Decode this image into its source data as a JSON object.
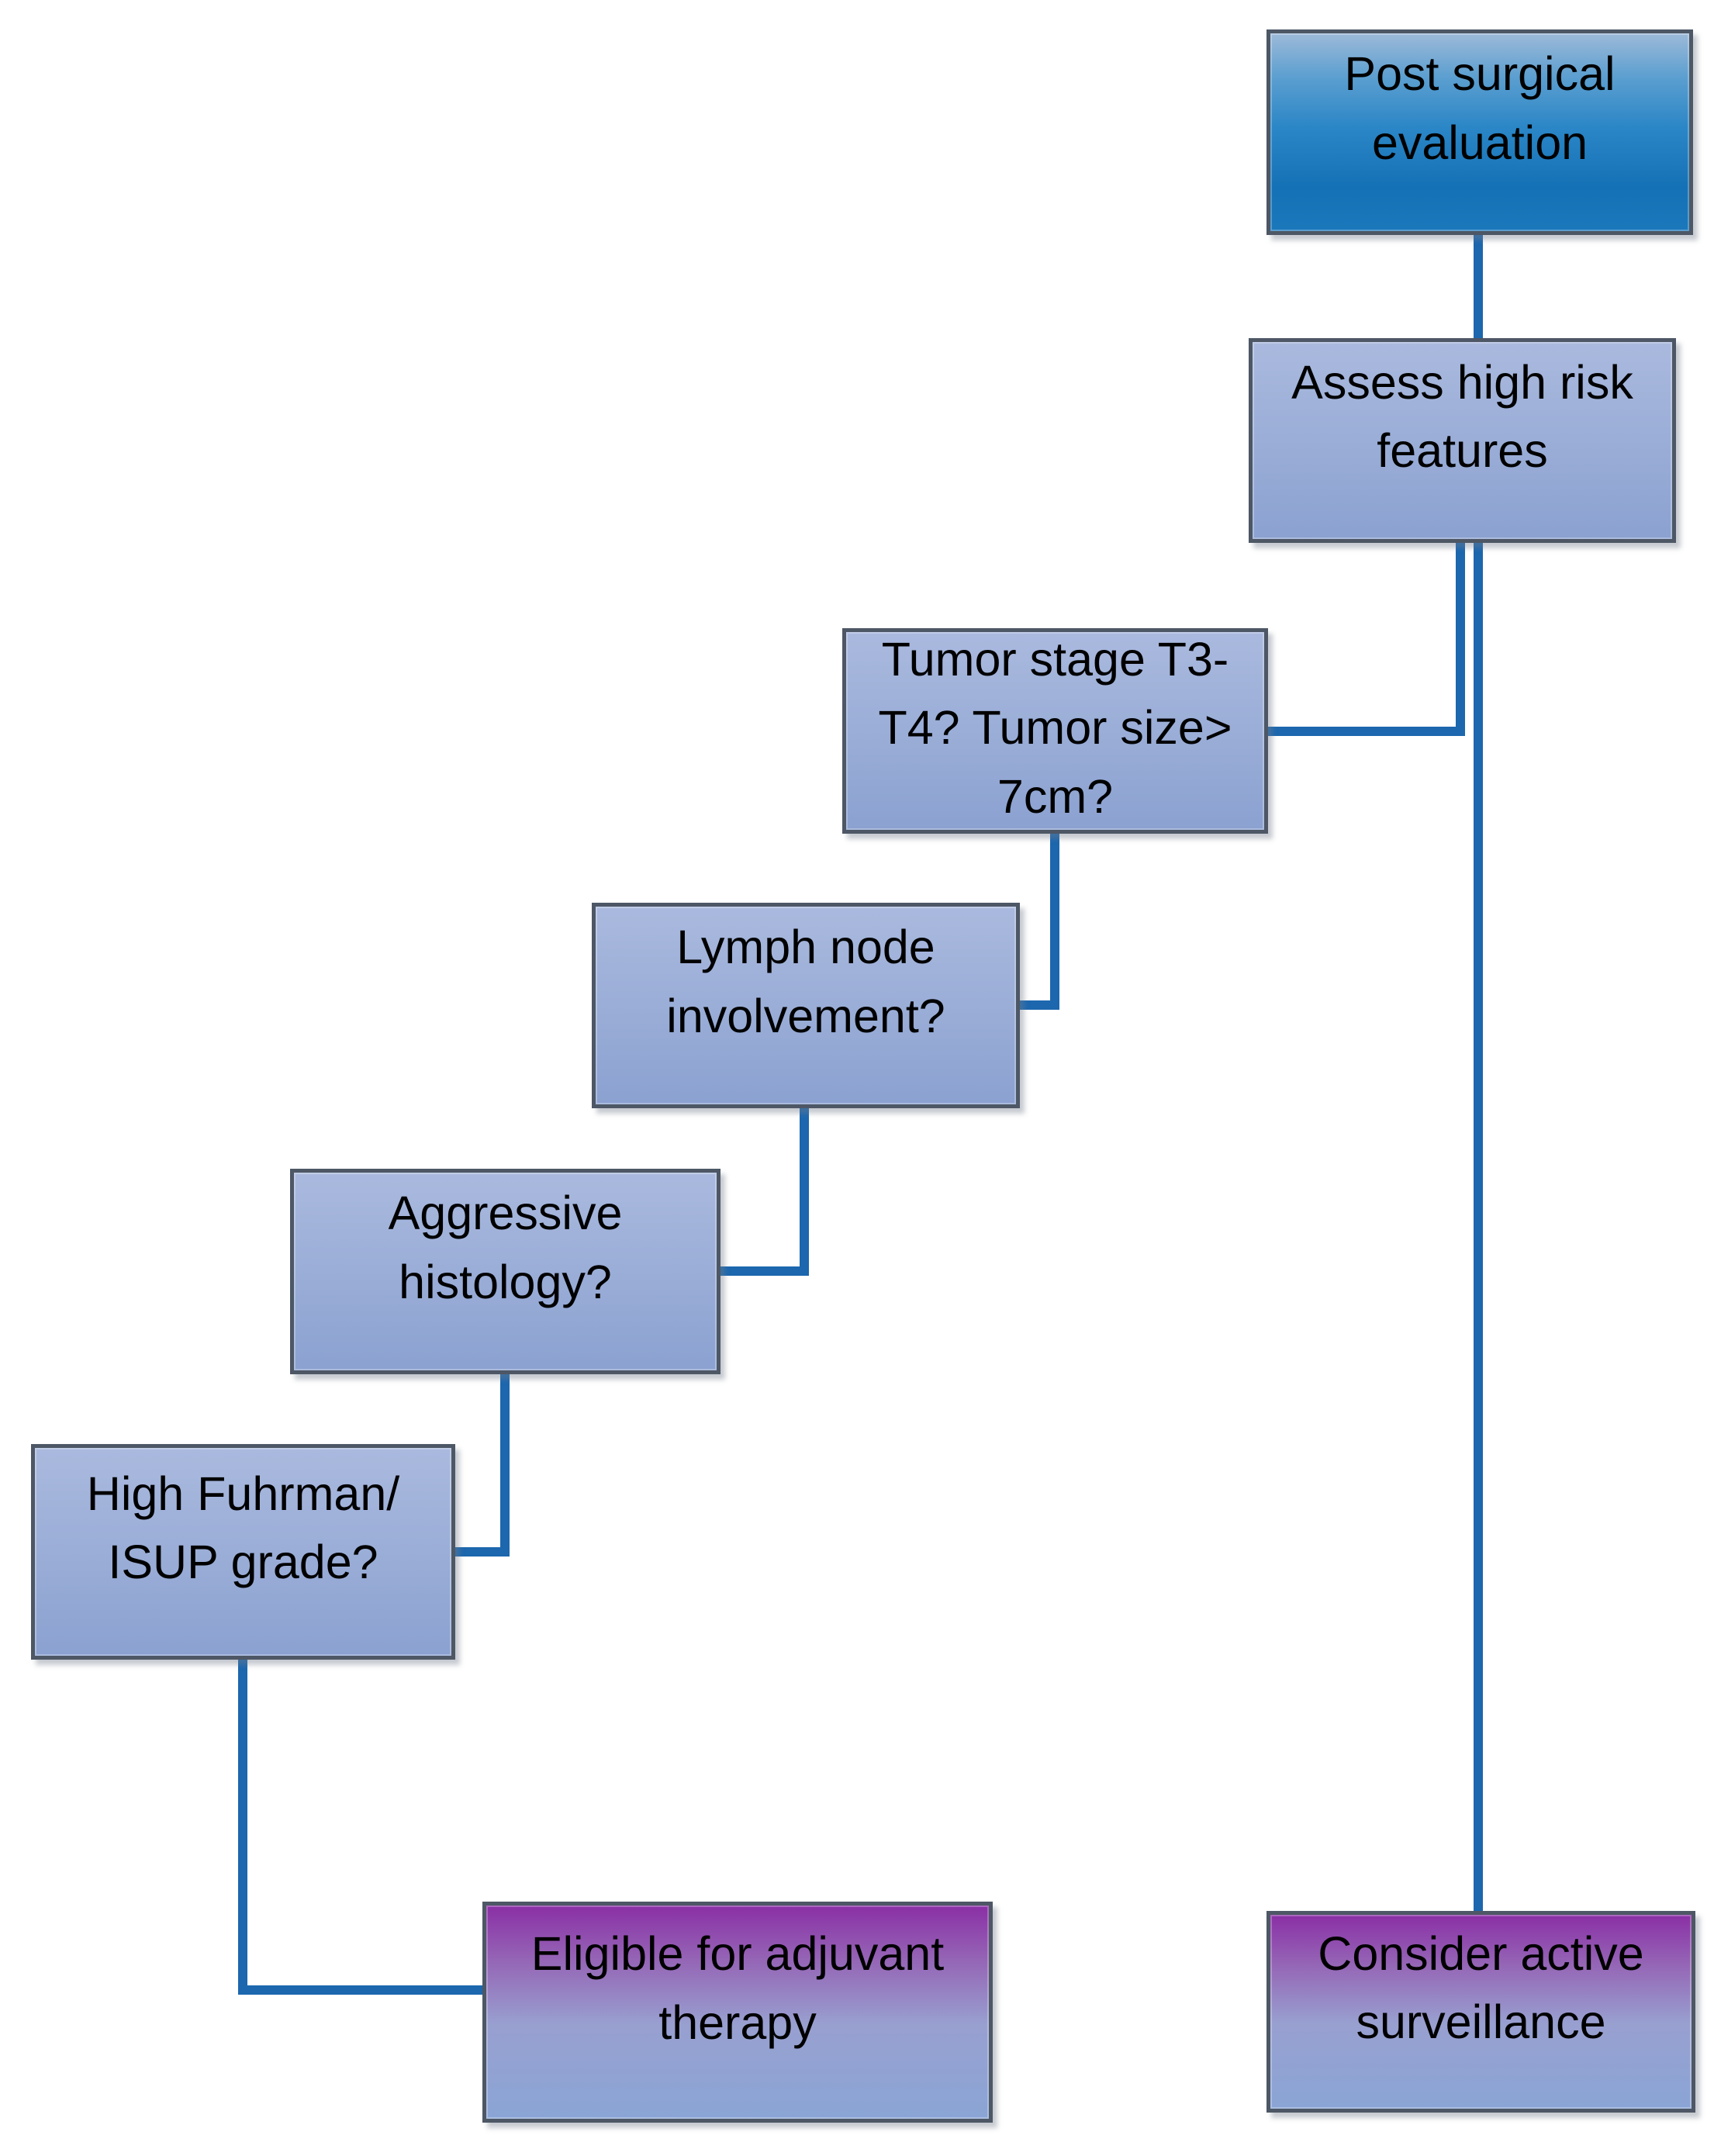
{
  "nodes": {
    "post_surgical": {
      "label": "Post surgical\nevaluation"
    },
    "assess_risk": {
      "label": "Assess high risk\nfeatures"
    },
    "tumor_stage": {
      "label": "Tumor stage T3-\nT4? Tumor size>\n7cm?"
    },
    "lymph_node": {
      "label": "Lymph node\ninvolvement?"
    },
    "aggressive_histology": {
      "label": "Aggressive\nhistology?"
    },
    "fuhrman_grade": {
      "label": "High Fuhrman/\nISUP grade?"
    },
    "eligible": {
      "label": "Eligible for adjuvant\ntherapy"
    },
    "surveillance": {
      "label": "Consider active\nsurveillance"
    }
  },
  "colors": {
    "connector": "#1C67AE",
    "box_border": "#4D5765",
    "start_box_gradient_top": "#9DBAD9",
    "start_box_gradient_bottom": "#1571B5",
    "question_box_gradient_top": "#AAB9DE",
    "question_box_gradient_bottom": "#8BA1D0",
    "outcome_box_gradient_top": "#8A2FA5",
    "outcome_box_gradient_bottom": "#8AA5D5",
    "text": "#000000",
    "background": "#FFFFFF"
  }
}
